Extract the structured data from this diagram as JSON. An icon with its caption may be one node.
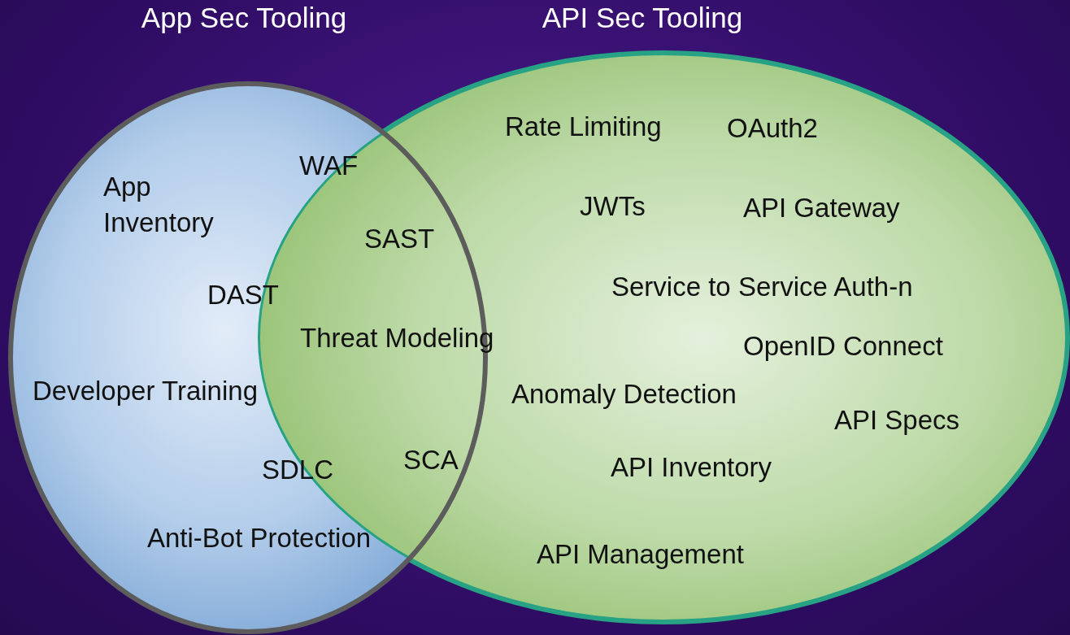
{
  "diagram": {
    "nodes": [
      {
        "text": [
          "App Sec Tooling"
        ]
      },
      {
        "text": [
          "API Sec Tooling"
        ]
      }
    ],
    "edges": [],
    "labels": [
      "Rate Limiting",
      "OAuth2",
      "WAF",
      "App Inventory",
      "JWTs",
      "API Gateway",
      "SAST",
      "Service to Service Auth-n",
      "DAST",
      "Threat Modeling",
      "OpenID Connect",
      "Developer Training",
      "Anomaly Detection",
      "API Specs",
      "SCA",
      "SDLC",
      "API Inventory",
      "Anti-Bot Protection",
      "API Management"
    ]
  }
}
